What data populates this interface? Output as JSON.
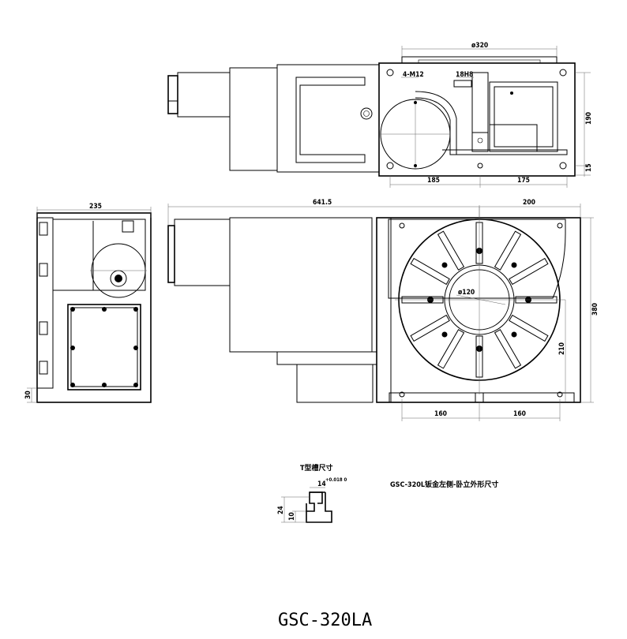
{
  "model_label": "GSC-320LA",
  "tslot": {
    "title": "T型槽尺寸",
    "width_label": "14",
    "tolerance_label": "+0.018\n0",
    "depth_total": "24",
    "depth_head": "10"
  },
  "side_note": "GSC-320L钣金左侧-卧立外形尺寸",
  "top_view": {
    "dim_diameter": "ø320",
    "dim_left": "185",
    "dim_right": "175",
    "dim_height": "190",
    "dim_offset": "15",
    "hole_label": "4-M12",
    "slot_label": "18H8"
  },
  "front_view": {
    "dim_length": "641.5",
    "dim_right_width": "200",
    "dim_height": "380",
    "dim_center_height": "210",
    "dim_bottom_left": "160",
    "dim_bottom_right": "160",
    "dim_bore": "ø120"
  },
  "side_view": {
    "dim_width": "235",
    "dim_bottom": "30"
  }
}
